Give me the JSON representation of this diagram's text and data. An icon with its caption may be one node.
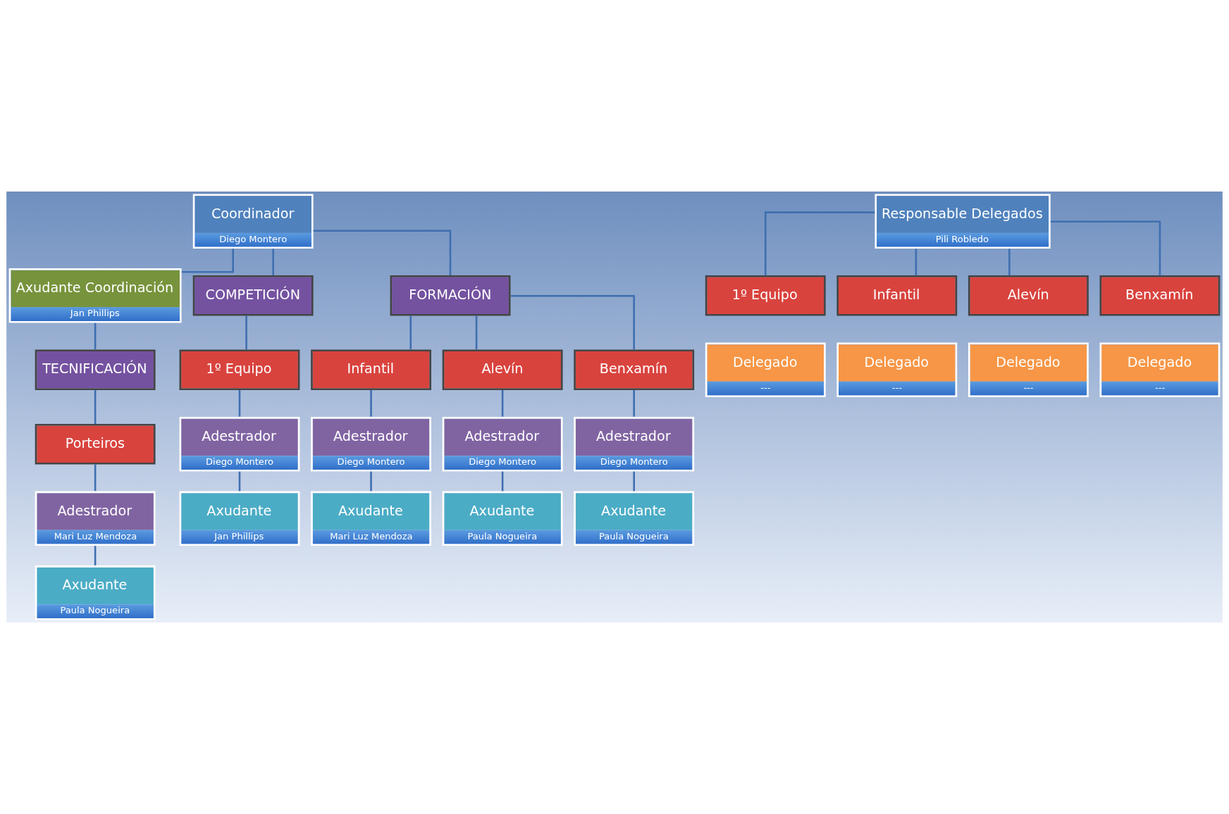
{
  "diagram": {
    "nodes": [
      {
        "text": [
          "Coordinador",
          "Diego Montero"
        ]
      },
      {
        "text": [
          "Responsable Delegados",
          "Pili Robledo"
        ]
      },
      {
        "text": [
          "1º Equipo"
        ]
      },
      {
        "text": [
          "Infantil"
        ]
      },
      {
        "text": [
          "Alevín"
        ]
      },
      {
        "text": [
          "Benxamín"
        ]
      },
      {
        "text": [
          "Delegado",
          "---"
        ]
      },
      {
        "text": [
          "Delegado",
          "---"
        ]
      },
      {
        "text": [
          "Delegado",
          "---"
        ]
      },
      {
        "text": [
          "Delegado",
          "---"
        ]
      },
      {
        "text": [
          "Axudante Coordinación",
          "Jan Phillips"
        ]
      },
      {
        "text": [
          "TECNIFICACIÓN"
        ]
      },
      {
        "text": [
          "COMPETICIÓN"
        ]
      },
      {
        "text": [
          "FORMACIÓN"
        ]
      },
      {
        "text": [
          "Porteiros"
        ]
      },
      {
        "text": [
          "1º Equipo"
        ]
      },
      {
        "text": [
          "Infantil"
        ]
      },
      {
        "text": [
          "Alevín"
        ]
      },
      {
        "text": [
          "Benxamín"
        ]
      },
      {
        "text": [
          "Adestrador",
          "Mari Luz Mendoza"
        ]
      },
      {
        "text": [
          "Adestrador",
          "Diego Montero"
        ]
      },
      {
        "text": [
          "Adestrador",
          "Diego Montero"
        ]
      },
      {
        "text": [
          "Adestrador",
          "Diego Montero"
        ]
      },
      {
        "text": [
          "Adestrador",
          "Diego Montero"
        ]
      },
      {
        "text": [
          "Axudante",
          "Paula Nogueira"
        ]
      },
      {
        "text": [
          "Axudante",
          "Jan Phillips"
        ]
      },
      {
        "text": [
          "Axudante",
          "Mari Luz Mendoza"
        ]
      },
      {
        "text": [
          "Axudante",
          "Paula Nogueira"
        ]
      },
      {
        "text": [
          "Axudante",
          "Paula Nogueira"
        ]
      }
    ],
    "edges": [
      {
        "from": 1,
        "to": 2,
        "arrow": "none"
      },
      {
        "from": 1,
        "to": 3,
        "arrow": "none"
      },
      {
        "from": 1,
        "to": 4,
        "arrow": "none"
      },
      {
        "from": 1,
        "to": 5,
        "arrow": "none"
      },
      {
        "from": 0,
        "to": 10,
        "arrow": "none"
      },
      {
        "from": 0,
        "to": 12,
        "arrow": "none"
      },
      {
        "from": 0,
        "to": 13,
        "arrow": "none"
      },
      {
        "from": 10,
        "to": 11,
        "arrow": "none"
      },
      {
        "from": 11,
        "to": 14,
        "arrow": "none"
      },
      {
        "from": 12,
        "to": 15,
        "arrow": "none"
      },
      {
        "from": 13,
        "to": 16,
        "arrow": "none"
      },
      {
        "from": 13,
        "to": 17,
        "arrow": "none"
      },
      {
        "from": 13,
        "to": 18,
        "arrow": "none"
      },
      {
        "from": 14,
        "to": 19,
        "arrow": "none"
      },
      {
        "from": 15,
        "to": 20,
        "arrow": "none"
      },
      {
        "from": 16,
        "to": 21,
        "arrow": "none"
      },
      {
        "from": 17,
        "to": 22,
        "arrow": "none"
      },
      {
        "from": 18,
        "to": 23,
        "arrow": "none"
      },
      {
        "from": 19,
        "to": 24,
        "arrow": "none"
      },
      {
        "from": 20,
        "to": 25,
        "arrow": "none"
      },
      {
        "from": 21,
        "to": 26,
        "arrow": "none"
      },
      {
        "from": 22,
        "to": 27,
        "arrow": "none"
      },
      {
        "from": 23,
        "to": 28,
        "arrow": "none"
      }
    ]
  }
}
